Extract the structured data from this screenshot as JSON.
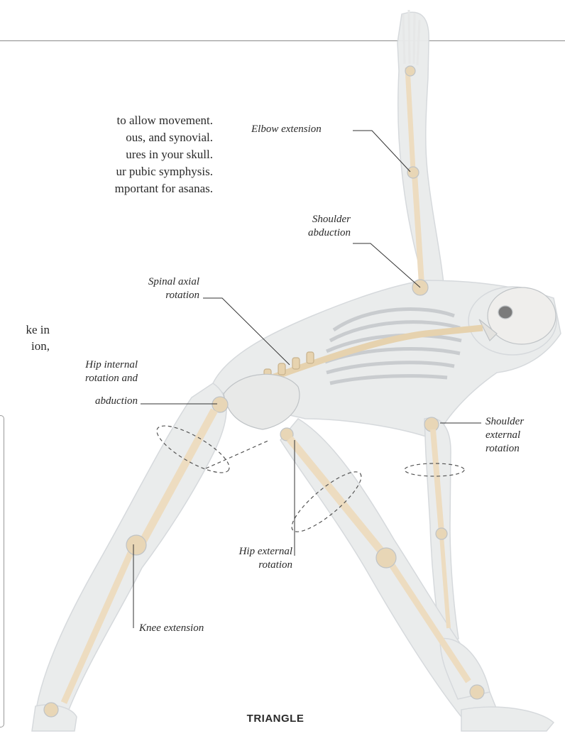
{
  "body_text": {
    "lines": [
      "to allow movement.",
      "ous, and synovial.",
      "ures in your skull.",
      "ur pubic symphysis.",
      "mportant for asanas.",
      "ke in",
      "ion,"
    ]
  },
  "labels": {
    "elbow": "Elbow extension",
    "shoulder_abd_1": "Shoulder",
    "shoulder_abd_2": "abduction",
    "spinal_1": "Spinal axial",
    "spinal_2": "rotation",
    "hip_int_1": "Hip internal",
    "hip_int_2": "rotation and",
    "hip_int_3": "abduction",
    "shoulder_ext_1": "Shoulder",
    "shoulder_ext_2": "external",
    "shoulder_ext_3": "rotation",
    "hip_ext_1": "Hip external",
    "hip_ext_2": "rotation",
    "knee": "Knee extension"
  },
  "caption": "TRIANGLE",
  "colors": {
    "bone": "#efe3cf",
    "joint": "#e6cfa7",
    "body": "#e3e6e8",
    "skeleton": "#d9dcde",
    "leader": "#333333"
  }
}
